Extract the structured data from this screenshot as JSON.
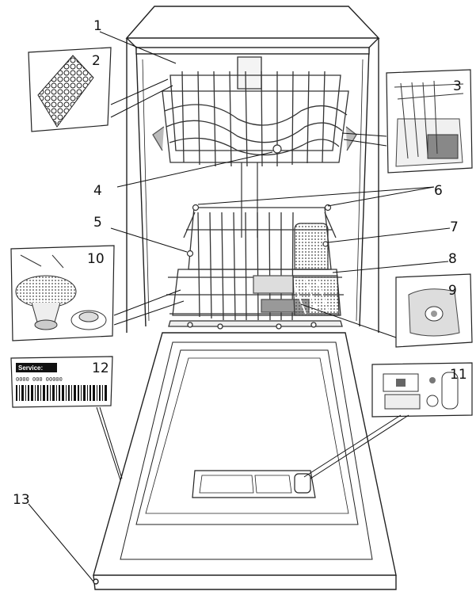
{
  "diagram": {
    "callouts": [
      {
        "id": "1",
        "label": "1"
      },
      {
        "id": "2",
        "label": "2"
      },
      {
        "id": "3",
        "label": "3"
      },
      {
        "id": "4",
        "label": "4"
      },
      {
        "id": "5",
        "label": "5"
      },
      {
        "id": "6",
        "label": "6"
      },
      {
        "id": "7",
        "label": "7"
      },
      {
        "id": "8",
        "label": "8"
      },
      {
        "id": "9",
        "label": "9"
      },
      {
        "id": "10",
        "label": "10"
      },
      {
        "id": "11",
        "label": "11"
      },
      {
        "id": "12",
        "label": "12"
      },
      {
        "id": "13",
        "label": "13"
      }
    ],
    "service_label": {
      "heading": "Service:",
      "code": "0000 000 00000"
    }
  }
}
